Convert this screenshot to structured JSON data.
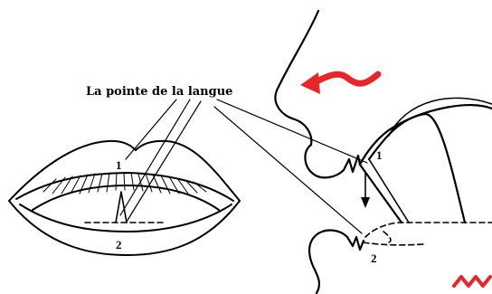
{
  "caption": "La pointe de la langue",
  "labels": {
    "front_upper": "1",
    "front_lower": "2",
    "profile_upper": "1",
    "profile_lower": "2"
  },
  "colors": {
    "airflow_arrow": "#e8262a",
    "ink": "#000000"
  }
}
